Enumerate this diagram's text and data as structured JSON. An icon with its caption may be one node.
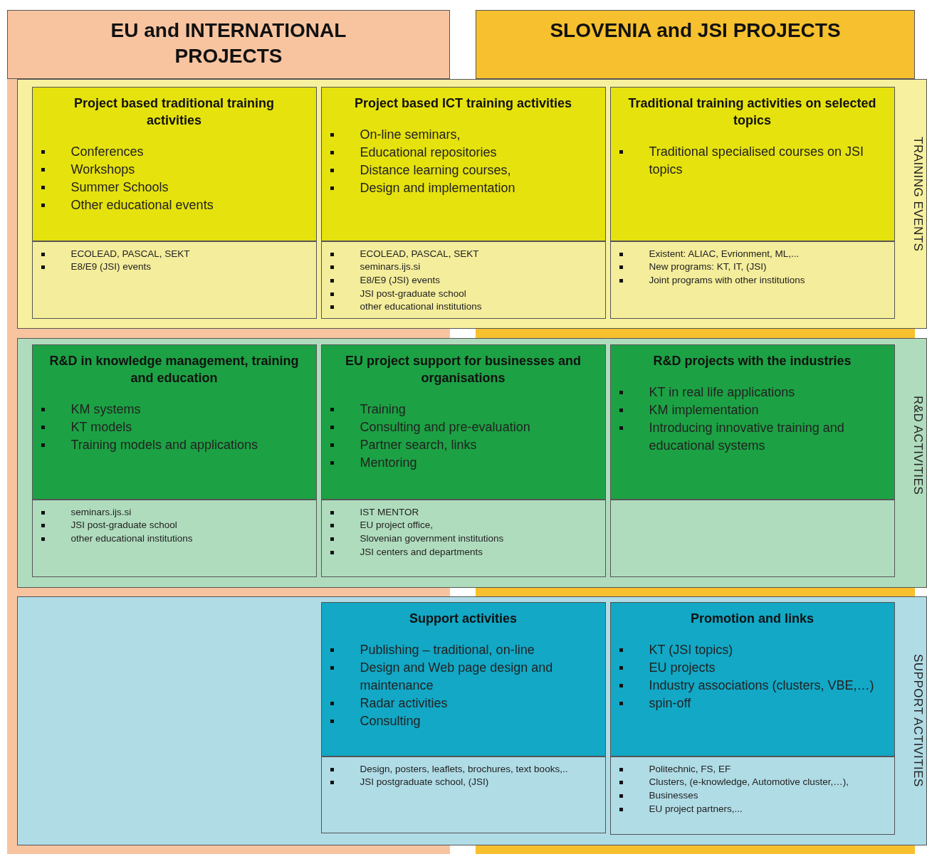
{
  "diagram": {
    "nodes": [
      {
        "text": [
          "EU and INTERNATIONAL PROJECTS"
        ]
      },
      {
        "text": [
          "SLOVENIA and JSI PROJECTS"
        ]
      },
      {
        "text": [
          "TRAINING EVENTS"
        ]
      },
      {
        "text": [
          "Project based traditional training activities",
          "Conferences",
          "Workshops",
          "Summer Schools",
          "Other educational events"
        ],
        "in": 2
      },
      {
        "text": [
          "ECOLEAD, PASCAL, SEKT",
          "E8/E9 (JSI) events"
        ],
        "in": 2
      },
      {
        "text": [
          "Project based ICT training activities",
          "On-line seminars,",
          "Educational repositories",
          "Distance learning courses,",
          "Design and implementation"
        ],
        "in": 2
      },
      {
        "text": [
          "ECOLEAD, PASCAL, SEKT",
          "seminars.ijs.si",
          "E8/E9 (JSI) events",
          "JSI post-graduate school",
          "other educational institutions"
        ],
        "in": 2
      },
      {
        "text": [
          "Traditional training activities on selected topics",
          "Traditional specialised courses on JSI topics"
        ],
        "in": 2
      },
      {
        "text": [
          "Existent: ALIAC, Evrionment, ML,...",
          "New programs: KT, IT, (JSI)",
          "Joint programs with other institutions"
        ],
        "in": 2
      },
      {
        "text": [
          "R&D ACTIVITIES"
        ]
      },
      {
        "text": [
          "R&D in knowledge management, training and education",
          "KM systems",
          "KT models",
          "Training models and applications"
        ],
        "in": 9
      },
      {
        "text": [
          "seminars.ijs.si",
          "JSI post-graduate school",
          "other educational institutions"
        ],
        "in": 9
      },
      {
        "text": [
          "EU project support for businesses and organisations",
          "Training",
          "Consulting and pre-evaluation",
          "Partner search, links",
          "Mentoring"
        ],
        "in": 9
      },
      {
        "text": [
          "IST MENTOR",
          "EU project office,",
          "Slovenian government institutions",
          "JSI centers and departments"
        ],
        "in": 9
      },
      {
        "text": [
          "R&D projects with the industries",
          "KT in real life applications",
          "KM implementation",
          "Introducing innovative training and educational systems"
        ],
        "in": 9
      },
      {
        "text": [],
        "shape": "box",
        "in": 9
      },
      {
        "text": [
          "SUPPORT ACTIVITIES"
        ]
      },
      {
        "text": [
          "Support activities",
          "Publishing – traditional, on-line",
          "Design and Web page design and maintenance",
          "Radar activities",
          "Consulting"
        ],
        "in": 16
      },
      {
        "text": [
          "Design, posters, leaflets, brochures, text books,..",
          "JSI postgraduate school, (JSI)"
        ],
        "in": 16
      },
      {
        "text": [
          "Promotion and links",
          "KT (JSI topics)",
          "EU projects",
          "Industry associations (clusters, VBE,…)",
          "spin-off"
        ],
        "in": 16
      },
      {
        "text": [
          "Politechnic, FS, EF",
          "Clusters, (e-knowledge, Automotive cluster,…),",
          "Businesses",
          "EU project partners,..."
        ],
        "in": 16
      }
    ]
  }
}
